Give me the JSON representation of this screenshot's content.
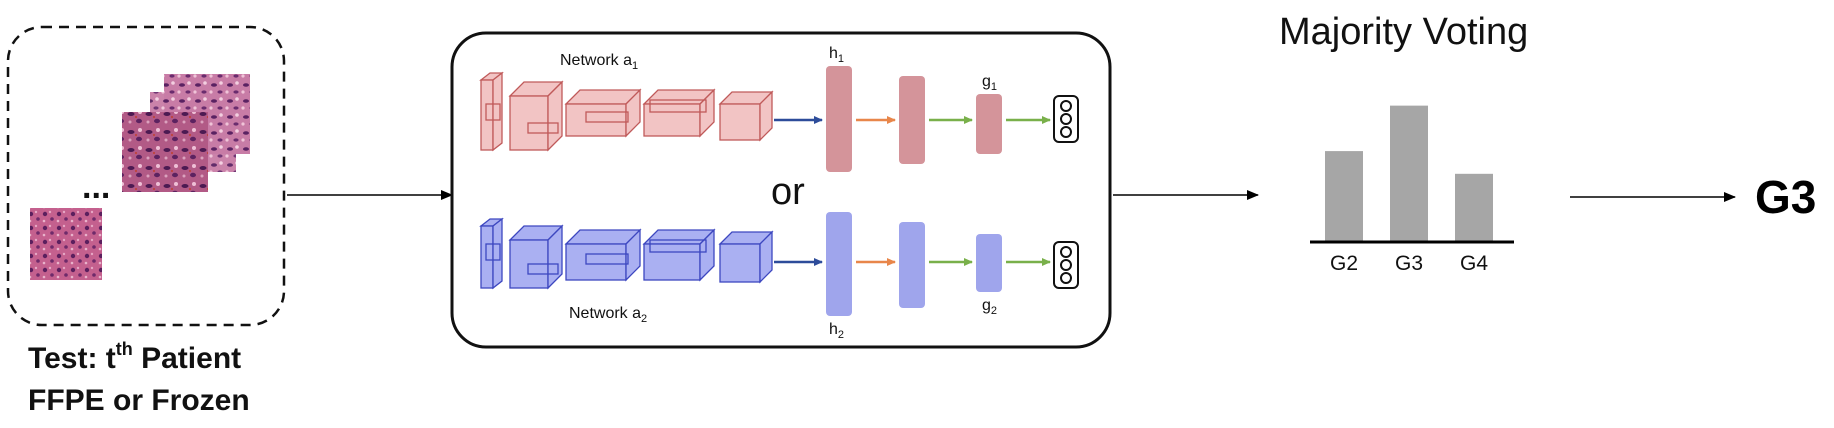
{
  "test_input": {
    "ellipsis": "...",
    "caption_line1_prefix": "Test: t",
    "caption_line1_sup": "th",
    "caption_line1_suffix": " Patient",
    "caption_line2": "FFPE or Frozen"
  },
  "networks": {
    "network_a1_label": "Network a",
    "network_a1_sub": "1",
    "network_a2_label": "Network a",
    "network_a2_sub": "2",
    "or_label": "or",
    "h1_label": "h",
    "h1_sub": "1",
    "h2_label": "h",
    "h2_sub": "2",
    "g1_label": "g",
    "g1_sub": "1",
    "g2_label": "g",
    "g2_sub": "2"
  },
  "voting": {
    "title": "Majority Voting"
  },
  "chart_data": {
    "type": "bar",
    "title": "Majority Voting",
    "categories": [
      "G2",
      "G3",
      "G4"
    ],
    "values": [
      2,
      3,
      1.5
    ],
    "ylim": [
      0,
      3.3
    ],
    "bar_color": "#a6a6a6",
    "grid": false
  },
  "result": {
    "label": "G3"
  },
  "colors": {
    "network1": "#f2c4c4",
    "network1_stroke": "#c05a5a",
    "network1_layer": "#d4949a",
    "network2": "#aab0f2",
    "network2_stroke": "#3d47c0",
    "network2_layer": "#9fa5ec",
    "arrow_blue": "#2d4c9a",
    "arrow_orange": "#e8864a",
    "arrow_green": "#79b04a",
    "bar": "#a6a6a6"
  }
}
